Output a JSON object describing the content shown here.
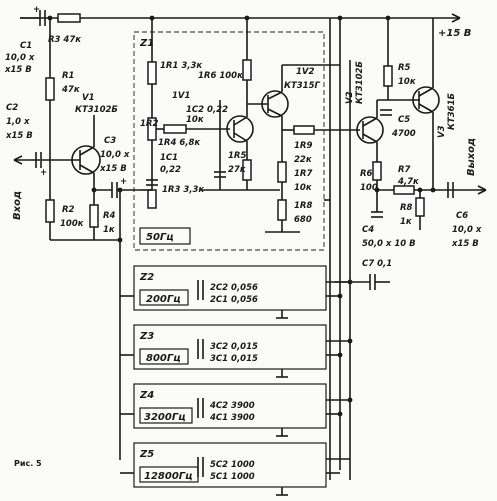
{
  "labels": {
    "supply": "+15 В",
    "plus": "+",
    "c1": "C1",
    "c1_val": "10,0 х",
    "c1_v": "х15 В",
    "r3": "R3 47к",
    "r1_name": "R1",
    "r1_val": "47к",
    "c2_name": "C2",
    "c2_val": "1,0 х",
    "c2_v": "х15 В",
    "input": "Вход",
    "v1_name": "V1",
    "v1_type": "КТ3102Б",
    "c3_name": "C3",
    "c3_val": "10,0 х",
    "c3_v": "х15 В",
    "r2_name": "R2",
    "r2_val": "100к",
    "r4_name": "R4",
    "r4_val": "1к",
    "r1_1": "1R1 3,3к",
    "v1_1": "1V1",
    "r2_1": "1R2",
    "r4_1": "1R4 6,8к",
    "r4b_1": "10к",
    "c2_1": "1С2 0,22",
    "c2_1v": "",
    "c1_1": "1С1",
    "c1_1v": "0,22",
    "r3_1": "1R3 3,3к",
    "r5_1": "1R5",
    "r5_1v": "27к",
    "r6_1": "1R6 100к",
    "v2_1": "1V2",
    "v2_1t": "КТ315Г",
    "r9_1": "1R9",
    "r9_1v": "22к",
    "r7_1": "1R7",
    "r7_1v": "10к",
    "r8_1": "1R8",
    "r8_1v": "680",
    "v2_name": "V2",
    "v2_type": "КТ3102Б",
    "r5_name": "R5",
    "r5_val": "10к",
    "c5_name": "C5",
    "c5_val": "4700",
    "v3_name": "V3",
    "v3_type": "КТ361Б",
    "r6_name": "R6",
    "r6_val": "100",
    "r7_name": "R7",
    "r7_val": "4,7к",
    "r8_name": "R8",
    "r8_val": "1к",
    "c4_name": "C4",
    "c4_val": "50,0 х 10 В",
    "c6_name": "C6",
    "c6_val": "10,0 х",
    "c6_v": "х15 В",
    "output": "Выход",
    "c7": "C7 0,1",
    "caption": "Рис. 5"
  },
  "blocks": {
    "z1": {
      "name": "Z1",
      "freq": "50Гц"
    },
    "z2": {
      "name": "Z2",
      "freq": "200Гц",
      "c2": "2С2 0,056",
      "c1": "2С1 0,056"
    },
    "z3": {
      "name": "Z3",
      "freq": "800Гц",
      "c2": "3С2 0,015",
      "c1": "3С1 0,015"
    },
    "z4": {
      "name": "Z4",
      "freq": "3200Гц",
      "c2": "4С2 3900",
      "c1": "4С1 3900"
    },
    "z5": {
      "name": "Z5",
      "freq": "12800Гц",
      "c2": "5С2 1000",
      "c1": "5С1 1000"
    }
  }
}
